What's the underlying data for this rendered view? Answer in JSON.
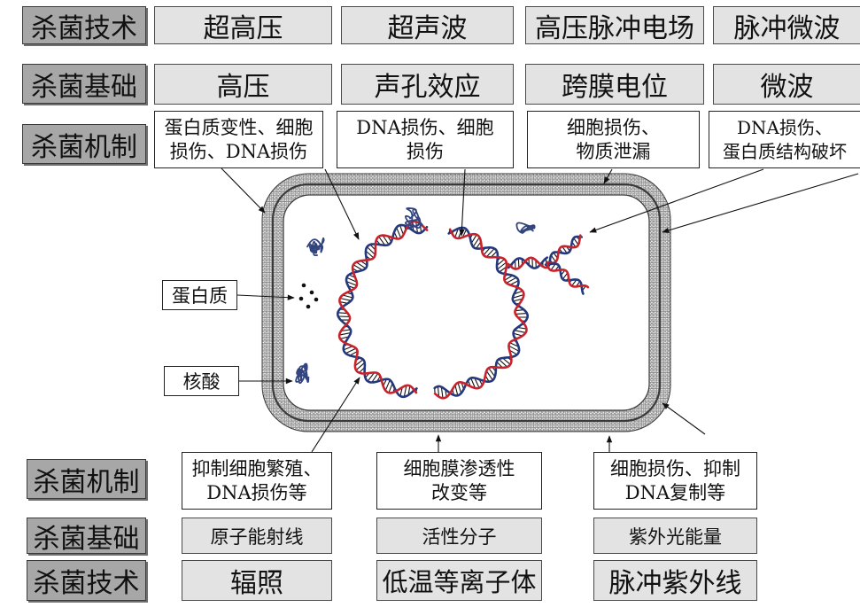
{
  "top": {
    "technique": {
      "label": "杀菌技术",
      "items": [
        "超高压",
        "超声波",
        "高压脉冲电场",
        "脉冲微波"
      ]
    },
    "basis": {
      "label": "杀菌基础",
      "items": [
        "高压",
        "声孔效应",
        "跨膜电位",
        "微波"
      ]
    },
    "mechanism": {
      "label": "杀菌机制",
      "items": [
        {
          "lines": [
            "蛋白质变性、细胞",
            "损伤、DNA损伤"
          ]
        },
        {
          "lines": [
            "DNA损伤、细胞",
            "损伤"
          ]
        },
        {
          "lines": [
            "细胞损伤、",
            "物质泄漏"
          ]
        },
        {
          "lines": [
            "DNA损伤、",
            "蛋白质结构破坏"
          ]
        }
      ]
    }
  },
  "cell": {
    "labels": {
      "protein": "蛋白质",
      "nucleic_acid": "核酸"
    }
  },
  "bottom": {
    "mechanism": {
      "label": "杀菌机制",
      "items": [
        {
          "lines": [
            "抑制细胞繁殖、",
            "DNA损伤等"
          ]
        },
        {
          "lines": [
            "细胞膜渗透性",
            "改变等"
          ]
        },
        {
          "lines": [
            "细胞损伤、抑制",
            "DNA复制等"
          ]
        }
      ]
    },
    "basis": {
      "label": "杀菌基础",
      "items": [
        "原子能射线",
        "活性分子",
        "紫外光能量"
      ]
    },
    "technique": {
      "label": "杀菌技术",
      "items": [
        "辐照",
        "低温等离子体",
        "脉冲紫外线"
      ]
    }
  },
  "colors": {
    "dna_strand_a": "#c8232c",
    "dna_strand_b": "#25387e",
    "dna_base_pairs": "#111111",
    "protein": "#33457f",
    "membrane": "#3a3a3a"
  }
}
